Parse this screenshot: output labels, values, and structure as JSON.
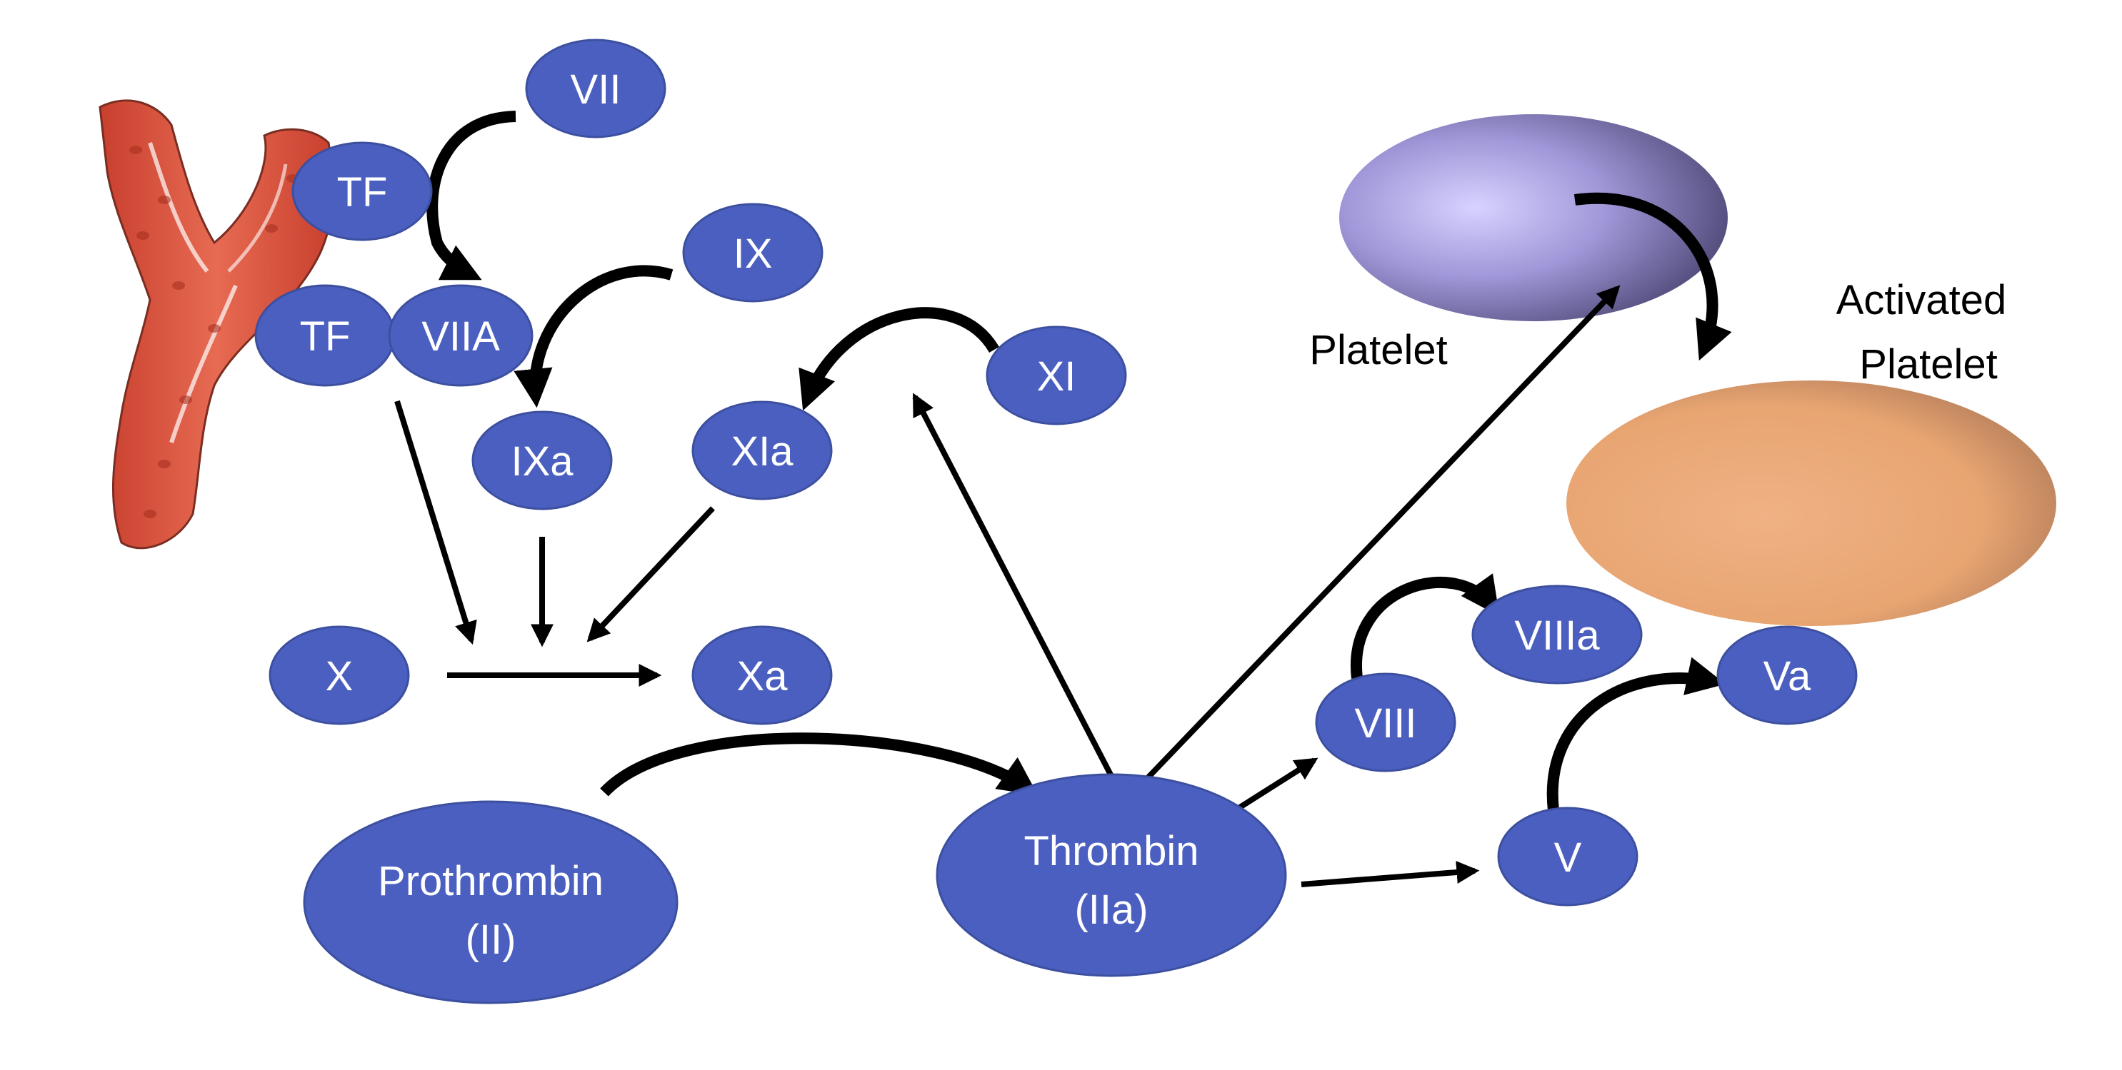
{
  "nodes": {
    "vii": "VII",
    "tf_top": "TF",
    "tf_bottom": "TF",
    "viia": "VIIA",
    "ix": "IX",
    "ixa": "IXa",
    "xia": "XIa",
    "xi": "XI",
    "x": "X",
    "xa": "Xa",
    "prothrombin_line1": "Prothrombin",
    "prothrombin_line2": "(II)",
    "thrombin_line1": "Thrombin",
    "thrombin_line2": "(IIa)",
    "viii": "VIII",
    "viiia": "VIIIa",
    "v": "V",
    "va": "Va"
  },
  "labels": {
    "platelet": "Platelet",
    "activated_line1": "Activated",
    "activated_line2": "Platelet"
  },
  "colors": {
    "node_fill": "#4a5fc0",
    "platelet": "#9c93d6",
    "activated_platelet": "#e9a676",
    "endothelium": "#d9503a"
  }
}
